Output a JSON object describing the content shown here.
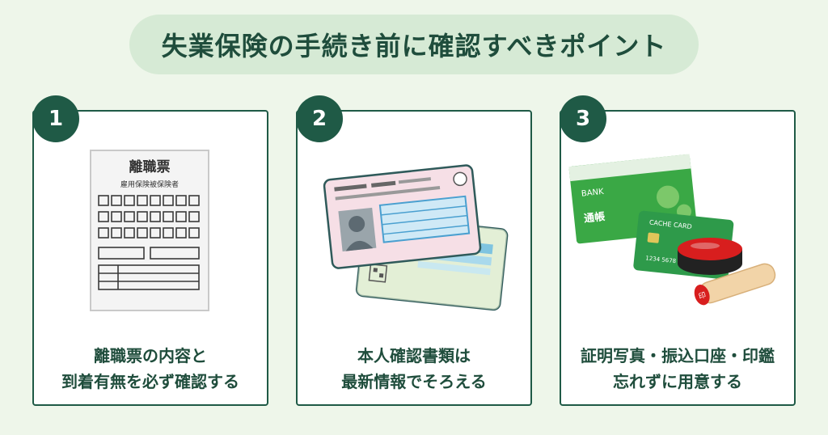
{
  "title": "失業保険の手続き前に確認すべきポイント",
  "cards": [
    {
      "number": "1",
      "doc_title": "離職票",
      "doc_subtitle": "雇用保険被保険者",
      "lines": [
        "離職票の内容と",
        "到着有無を必ず確認する"
      ]
    },
    {
      "number": "2",
      "lines": [
        "本人確認書類は",
        "最新情報でそろえる"
      ]
    },
    {
      "number": "3",
      "passbook_bank": "BANK",
      "passbook_label": "通帳",
      "cash_card_label": "CACHE CARD",
      "cash_card_number": "1234 5678",
      "seal_char": "印",
      "lines": [
        "証明写真・振込口座・印鑑",
        "忘れずに用意する"
      ]
    }
  ],
  "colors": {
    "accent": "#1f5a46",
    "background": "#eef6ea",
    "pill": "#d6ead5"
  }
}
